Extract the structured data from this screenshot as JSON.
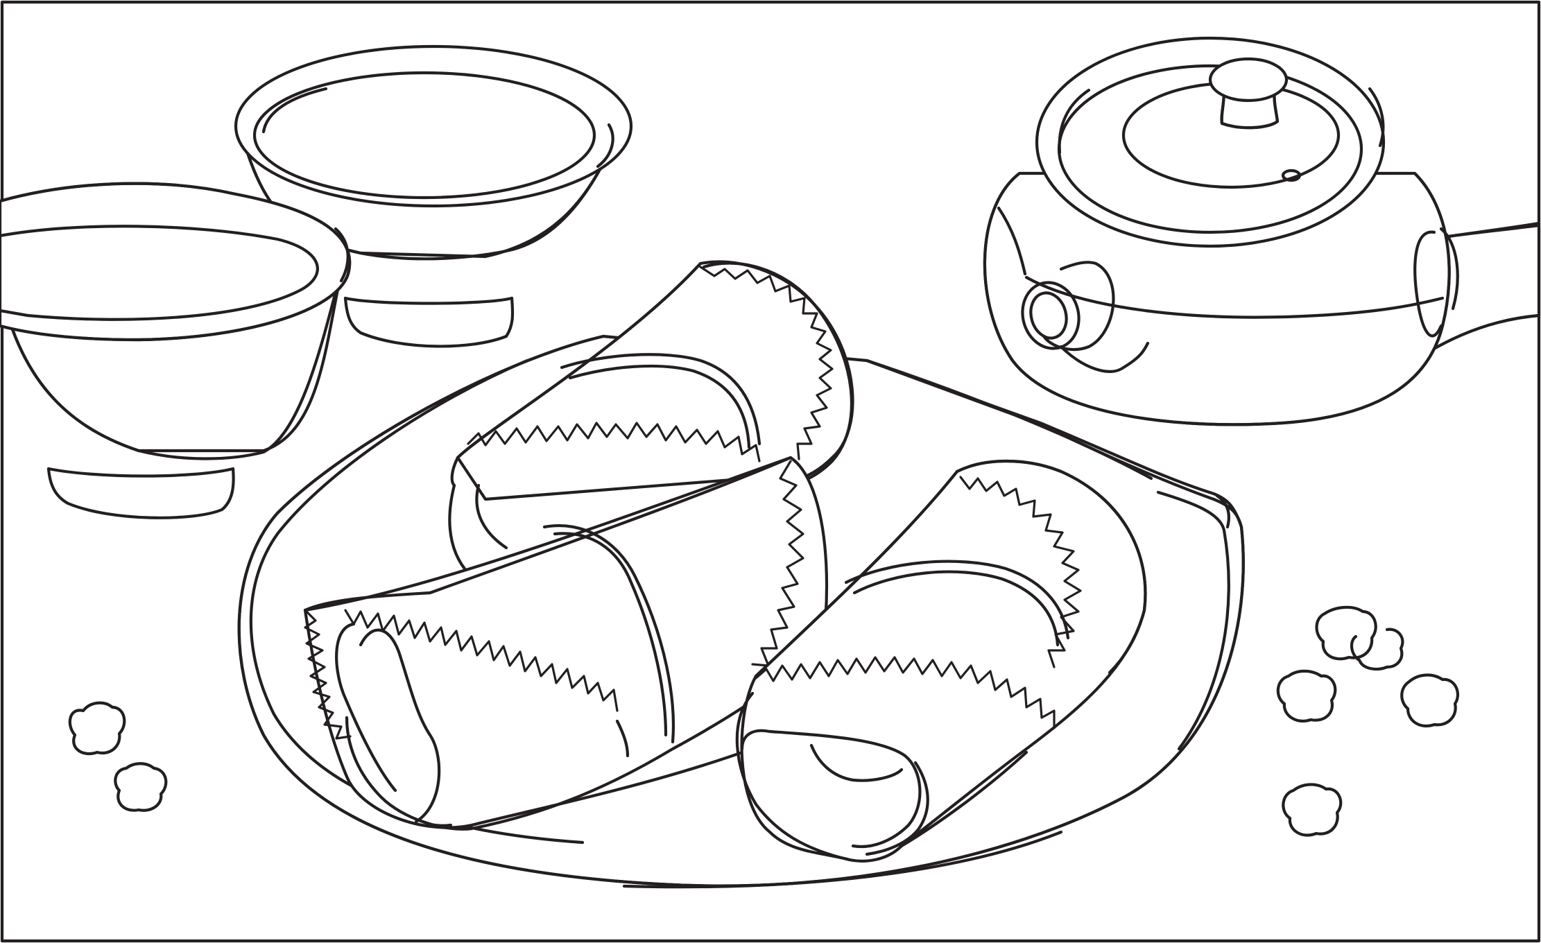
{
  "illustration": {
    "style": "black line-art coloring page",
    "colors": {
      "ink": "#231f20",
      "paper": "#ffffff"
    },
    "objects": [
      "frame",
      "teacup-back",
      "teacup-front",
      "teapot",
      "plate",
      "rice-rolls",
      "peanuts"
    ]
  }
}
